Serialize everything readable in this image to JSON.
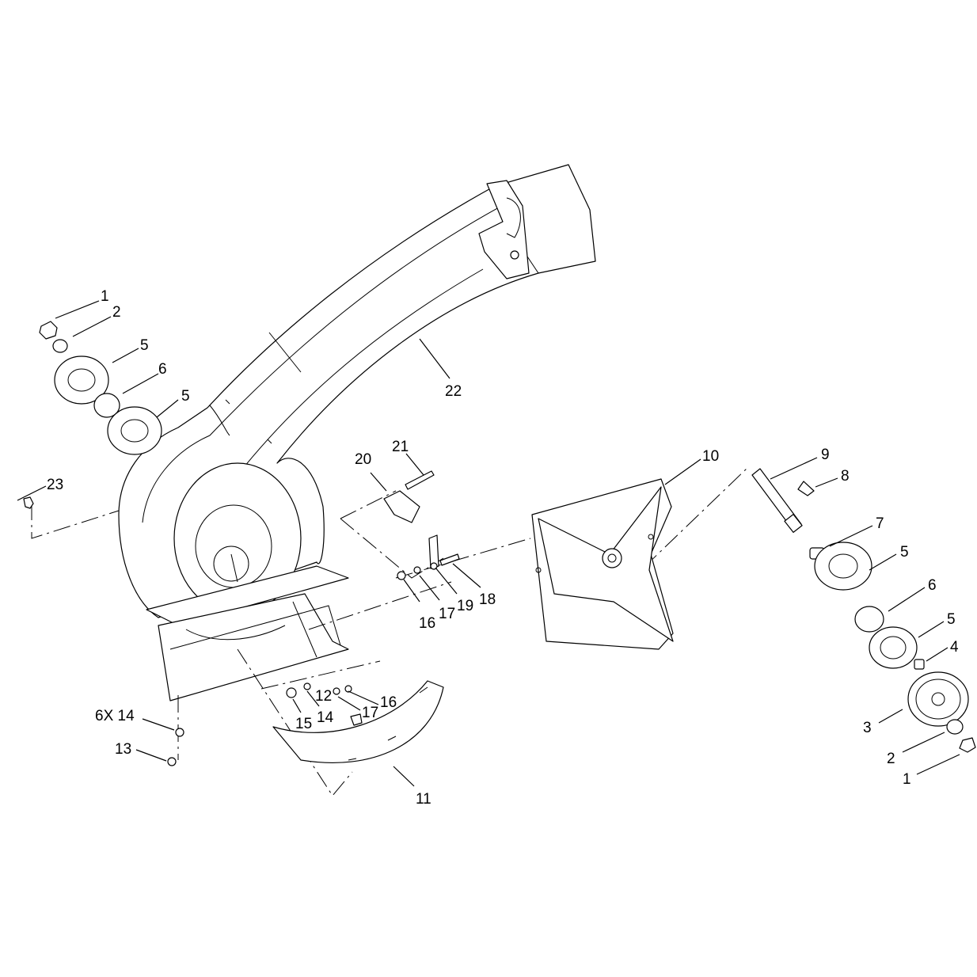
{
  "diagram": {
    "callouts": [
      {
        "id": "c1a",
        "text": "1"
      },
      {
        "id": "c2a",
        "text": "2"
      },
      {
        "id": "c5a",
        "text": "5"
      },
      {
        "id": "c6a",
        "text": "6"
      },
      {
        "id": "c5b",
        "text": "5"
      },
      {
        "id": "c22",
        "text": "22"
      },
      {
        "id": "c23",
        "text": "23"
      },
      {
        "id": "c20",
        "text": "20"
      },
      {
        "id": "c21",
        "text": "21"
      },
      {
        "id": "c10",
        "text": "10"
      },
      {
        "id": "c9",
        "text": "9"
      },
      {
        "id": "c8",
        "text": "8"
      },
      {
        "id": "c7",
        "text": "7"
      },
      {
        "id": "c5c",
        "text": "5"
      },
      {
        "id": "c6b",
        "text": "6"
      },
      {
        "id": "c5d",
        "text": "5"
      },
      {
        "id": "c4",
        "text": "4"
      },
      {
        "id": "c3",
        "text": "3"
      },
      {
        "id": "c2b",
        "text": "2"
      },
      {
        "id": "c1b",
        "text": "1"
      },
      {
        "id": "c18",
        "text": "18"
      },
      {
        "id": "c19",
        "text": "19"
      },
      {
        "id": "c17a",
        "text": "17"
      },
      {
        "id": "c16a",
        "text": "16"
      },
      {
        "id": "c12",
        "text": "12"
      },
      {
        "id": "c16b",
        "text": "16"
      },
      {
        "id": "c17b",
        "text": "17"
      },
      {
        "id": "c14",
        "text": "14"
      },
      {
        "id": "c15",
        "text": "15"
      },
      {
        "id": "c6x14",
        "text": "6X 14"
      },
      {
        "id": "c13",
        "text": "13"
      },
      {
        "id": "c11",
        "text": "11"
      }
    ]
  }
}
